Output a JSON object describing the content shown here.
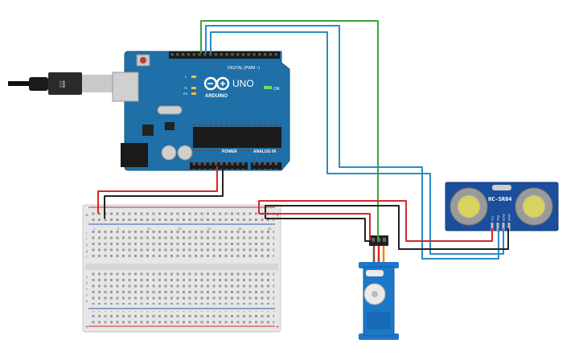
{
  "arduino": {
    "digital_label": "DIGITAL (PWM ~)",
    "brand": "ARDUINO",
    "model": "UNO",
    "on_label": "ON",
    "power_label": "POWER",
    "analog_label": "ANALOG IN",
    "tx_label": "TX",
    "rx_label": "RX",
    "l_label": "L"
  },
  "sensor": {
    "model": "HC-SR04",
    "pins": [
      "Vcc",
      "Trig",
      "Echo",
      "GND"
    ]
  },
  "breadboard": {
    "columns": [
      "1",
      "5",
      "10",
      "15",
      "20",
      "25",
      "30"
    ],
    "rows_top": [
      "j",
      "i",
      "h",
      "g",
      "f"
    ],
    "rows_bottom": [
      "e",
      "d",
      "c",
      "b",
      "a"
    ]
  },
  "colors": {
    "board": "#1f6fa8",
    "breadboard": "#e8e8e8",
    "wire_red": "#d62828",
    "wire_black": "#222222",
    "wire_green": "#3aa63a",
    "wire_blue": "#2b8cc4",
    "servo": "#1e78c8",
    "sensor": "#1b4f9c"
  }
}
